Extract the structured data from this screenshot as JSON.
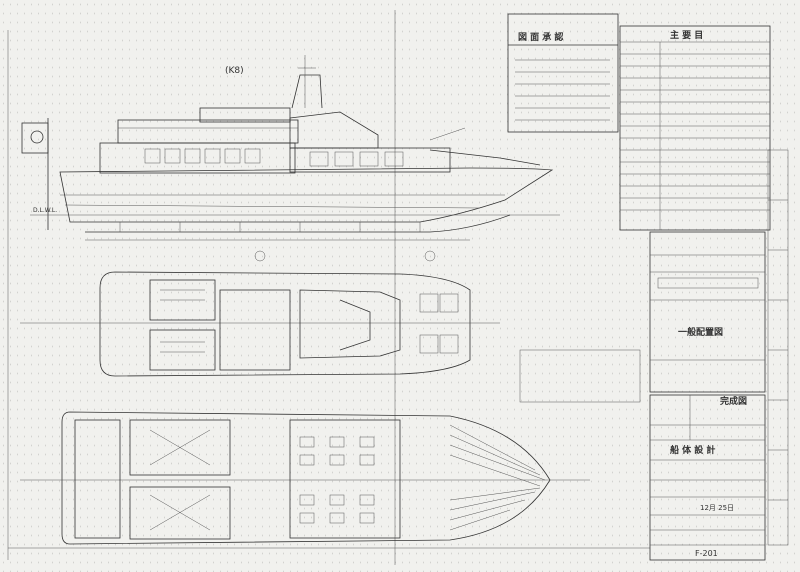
{
  "stamp": {
    "title": "図 面 承 認"
  },
  "particulars": {
    "title": "主 要 目"
  },
  "drawing_title": "一般配置図",
  "stamp_label": "完成図",
  "hull_block": {
    "title": "船 体 設 計",
    "date": "12月 25日"
  },
  "drawing_number": "F-201",
  "side_label": "D.L.W.L.",
  "annotation": "(K8)"
}
